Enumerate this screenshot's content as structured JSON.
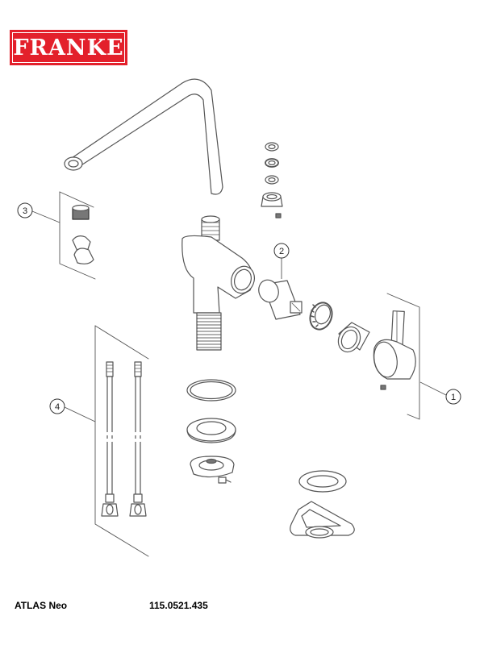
{
  "brand": {
    "name": "FRANKE",
    "color": "#e3202b"
  },
  "callouts": [
    "1",
    "2",
    "3",
    "4"
  ],
  "product": {
    "name": "ATLAS Neo",
    "code": "115.0521.435"
  }
}
